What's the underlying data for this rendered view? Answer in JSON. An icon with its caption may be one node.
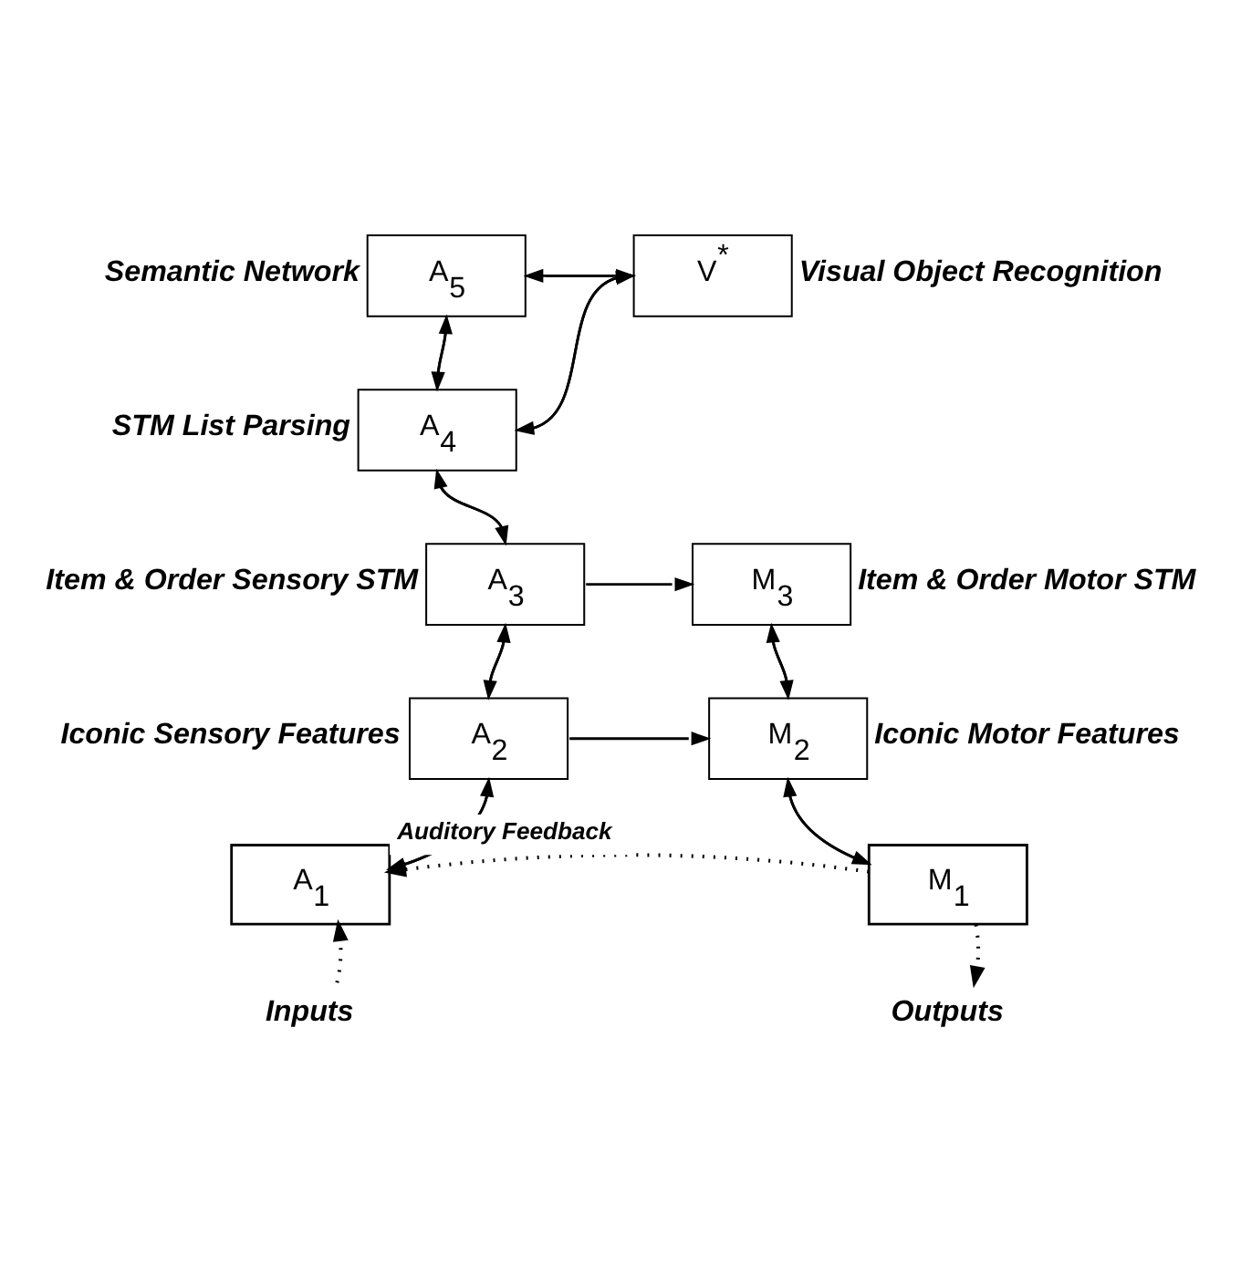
{
  "diagram": {
    "nodes": [
      {
        "text": [
          "A$_{5}$"
        ],
        "beside": [
          "Semantic Network"
        ]
      },
      {
        "text": [
          "V$^{*}$"
        ],
        "beside": [
          "Visual Object Recognition"
        ]
      },
      {
        "text": [
          "A$_{4}$"
        ],
        "beside": [
          "STM List Parsing"
        ]
      },
      {
        "text": [
          "A$_{3}$"
        ],
        "beside": [
          "Item & Order Sensory STM"
        ]
      },
      {
        "text": [
          "M$_{3}$"
        ],
        "beside": [
          "Item & Order Motor STM"
        ]
      },
      {
        "text": [
          "A$_{2}$"
        ],
        "beside": [
          "Iconic Sensory Features"
        ]
      },
      {
        "text": [
          "M$_{2}$"
        ],
        "beside": [
          "Iconic Motor Features"
        ]
      },
      {
        "text": [
          "A$_{1}$"
        ]
      },
      {
        "text": [
          "M$_{1}$"
        ]
      },
      {
        "text": [
          "Inputs"
        ]
      },
      {
        "text": [
          "Outputs"
        ]
      }
    ],
    "edges": [
      {
        "from": 0,
        "to": 1,
        "arrow": "to"
      },
      {
        "from": 1,
        "to": 0,
        "arrow": "to"
      },
      {
        "from": 0,
        "to": 2,
        "arrow": "to"
      },
      {
        "from": 2,
        "to": 0,
        "arrow": "to"
      },
      {
        "from": 2,
        "to": 1,
        "arrow": "to"
      },
      {
        "from": 1,
        "to": 2,
        "arrow": "to"
      },
      {
        "from": 2,
        "to": 3,
        "arrow": "to"
      },
      {
        "from": 3,
        "to": 2,
        "arrow": "to"
      },
      {
        "from": 3,
        "to": 4,
        "arrow": "to"
      },
      {
        "from": 3,
        "to": 5,
        "arrow": "to"
      },
      {
        "from": 5,
        "to": 3,
        "arrow": "to"
      },
      {
        "from": 4,
        "to": 6,
        "arrow": "to"
      },
      {
        "from": 6,
        "to": 4,
        "arrow": "to"
      },
      {
        "from": 5,
        "to": 6,
        "arrow": "to"
      },
      {
        "from": 5,
        "to": 7,
        "arrow": "to"
      },
      {
        "from": 7,
        "to": 5,
        "arrow": "to"
      },
      {
        "from": 6,
        "to": 8,
        "arrow": "to"
      },
      {
        "from": 8,
        "to": 6,
        "arrow": "to"
      },
      {
        "from": 9,
        "to": 7,
        "arrow": "to",
        "style": "dashed"
      },
      {
        "from": 8,
        "to": 7,
        "arrow": "to",
        "style": "dashed",
        "label": "Auditory Feedback"
      },
      {
        "from": 8,
        "to": 10,
        "arrow": "to",
        "style": "dashed"
      }
    ]
  }
}
